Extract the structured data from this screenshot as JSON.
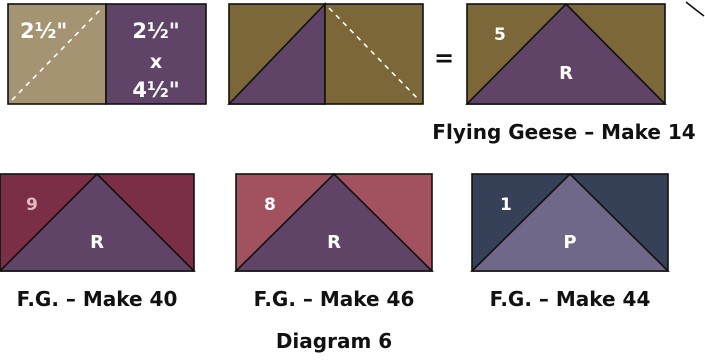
{
  "colors": {
    "tan": "#A49471",
    "olive": "#7B6737",
    "plum": "#5F4467",
    "wine": "#7B2F46",
    "rose": "#A2525F",
    "navy": "#364157",
    "lavender": "#706889",
    "outline": "#111111",
    "text_white": "#FFFFFF",
    "text_light_pink": "#E3B9C0"
  },
  "step": {
    "square_size_label": "2½\"",
    "rectangle_label_line1": "2½\"",
    "rectangle_label_x": "x",
    "rectangle_label_line2": "4½\"",
    "equals_sign": "="
  },
  "units": [
    {
      "number": "5",
      "letter": "R",
      "caption": "Flying Geese – Make 14"
    },
    {
      "number": "9",
      "letter": "R",
      "caption": "F.G. – Make 40"
    },
    {
      "number": "8",
      "letter": "R",
      "caption": "F.G. – Make 46"
    },
    {
      "number": "1",
      "letter": "P",
      "caption": "F.G. – Make 44"
    }
  ],
  "diagram_title": "Diagram 6"
}
